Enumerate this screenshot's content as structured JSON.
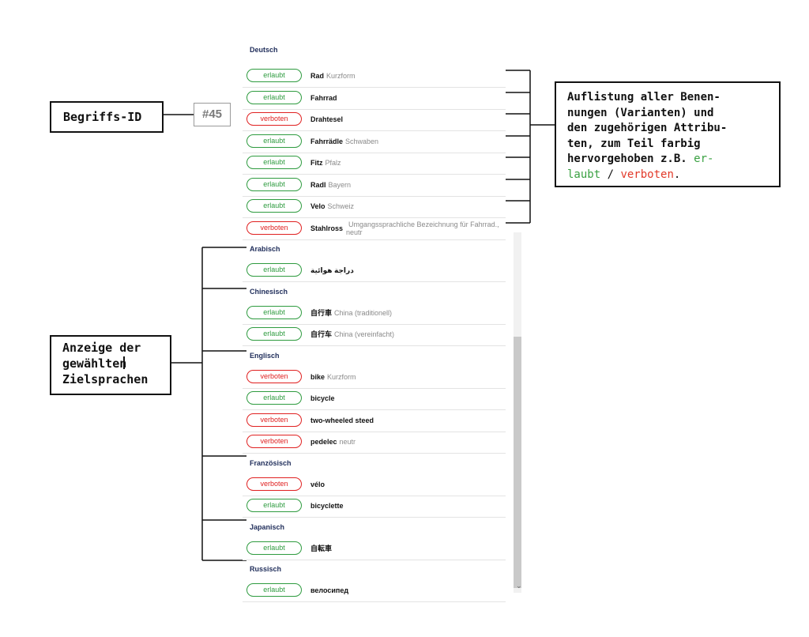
{
  "annotations": {
    "id_label": "Begriffs-ID",
    "id_value": "#45",
    "list_lines": [
      "Auflistung aller Benen-",
      "nungen (Varianten) und",
      "den zugehörigen Attribu-",
      "ten, zum Teil farbig",
      "hervorgehoben z.B. "
    ],
    "list_ok_word": "er-",
    "list_ok_word_2": "laubt",
    "list_separator": " / ",
    "list_bad_word": "verboten",
    "list_end": ".",
    "target_lines": [
      "Anzeige der",
      "gewählten",
      "Zielsprachen"
    ]
  },
  "terminology": {
    "languages": [
      {
        "name": "Deutsch",
        "entries": [
          {
            "status": "erlaubt",
            "kind": "ok",
            "term": "Rad",
            "note": "Kurzform"
          },
          {
            "status": "erlaubt",
            "kind": "ok",
            "term": "Fahrrad",
            "note": ""
          },
          {
            "status": "verboten",
            "kind": "bad",
            "term": "Drahtesel",
            "note": ""
          },
          {
            "status": "erlaubt",
            "kind": "ok",
            "term": "Fahrrädle",
            "note": "Schwaben"
          },
          {
            "status": "erlaubt",
            "kind": "ok",
            "term": "Fitz",
            "note": "Pfalz"
          },
          {
            "status": "erlaubt",
            "kind": "ok",
            "term": "Radl",
            "note": "Bayern"
          },
          {
            "status": "erlaubt",
            "kind": "ok",
            "term": "Velo",
            "note": "Schweiz"
          },
          {
            "status": "verboten",
            "kind": "bad",
            "term": "Stahlross",
            "note": "Umgangssprachliche Bezeichnung für Fahrrad., neutr"
          }
        ]
      },
      {
        "name": "Arabisch",
        "entries": [
          {
            "status": "erlaubt",
            "kind": "ok",
            "term": "دراجة هوائية",
            "note": ""
          }
        ]
      },
      {
        "name": "Chinesisch",
        "entries": [
          {
            "status": "erlaubt",
            "kind": "ok",
            "term": "自行車",
            "note": "China (traditionell)"
          },
          {
            "status": "erlaubt",
            "kind": "ok",
            "term": "自行车",
            "note": "China (vereinfacht)"
          }
        ]
      },
      {
        "name": "Englisch",
        "entries": [
          {
            "status": "verboten",
            "kind": "bad",
            "term": "bike",
            "note": "Kurzform"
          },
          {
            "status": "erlaubt",
            "kind": "ok",
            "term": "bicycle",
            "note": ""
          },
          {
            "status": "verboten",
            "kind": "bad",
            "term": "two-wheeled steed",
            "note": ""
          },
          {
            "status": "verboten",
            "kind": "bad",
            "term": "pedelec",
            "note": "neutr"
          }
        ]
      },
      {
        "name": "Französisch",
        "entries": [
          {
            "status": "verboten",
            "kind": "bad",
            "term": "vélo",
            "note": ""
          },
          {
            "status": "erlaubt",
            "kind": "ok",
            "term": "bicyclette",
            "note": ""
          }
        ]
      },
      {
        "name": "Japanisch",
        "entries": [
          {
            "status": "erlaubt",
            "kind": "ok",
            "term": "自転車",
            "note": ""
          }
        ]
      },
      {
        "name": "Russisch",
        "entries": [
          {
            "status": "erlaubt",
            "kind": "ok",
            "term": "велосипед",
            "note": ""
          }
        ]
      }
    ]
  },
  "icons": {
    "scroll_down": "chevron-down-icon"
  }
}
